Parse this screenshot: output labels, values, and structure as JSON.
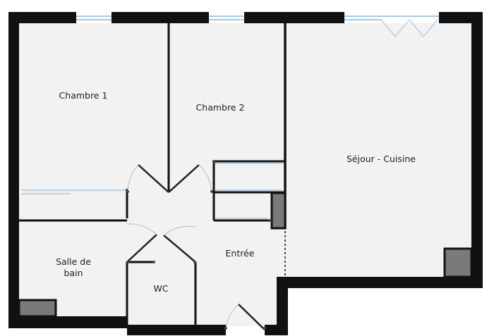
{
  "plan": {
    "colors": {
      "floor": "#f2f2f3",
      "wall": "#111111",
      "window": "#a8c8e0",
      "closet": "#222222",
      "shaft": "#7a7a7a"
    },
    "rooms": [
      {
        "id": "chambre-1",
        "label": "Chambre 1"
      },
      {
        "id": "chambre-2",
        "label": "Chambre 2"
      },
      {
        "id": "sejour-cuisine",
        "label": "Séjour - Cuisine"
      },
      {
        "id": "salle-de-bain",
        "label": "Salle de\nbain"
      },
      {
        "id": "wc",
        "label": "WC"
      },
      {
        "id": "entree",
        "label": "Entrée"
      }
    ]
  }
}
